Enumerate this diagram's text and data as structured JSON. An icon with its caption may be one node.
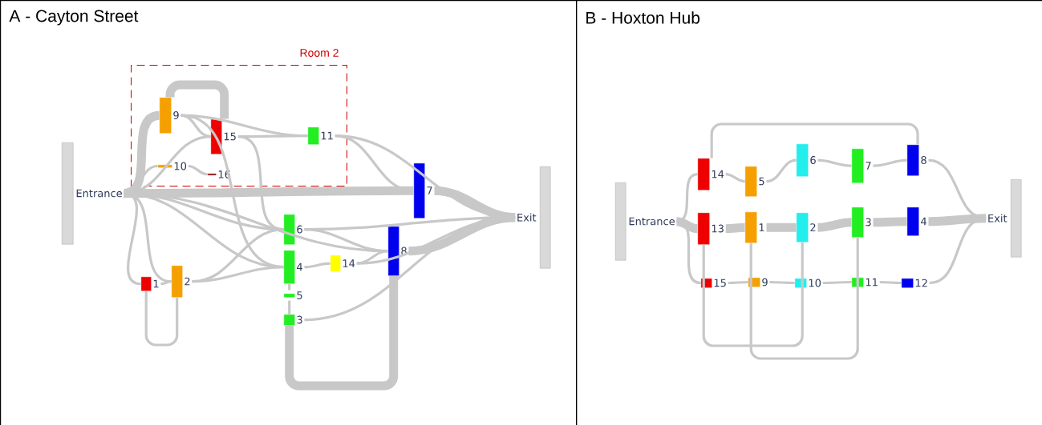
{
  "diagram": {
    "nodes": [
      {
        "text": [
          "A - Cayton Street"
        ]
      },
      {
        "text": [
          "B - Hoxton Hub"
        ]
      },
      {
        "text": [
          "Room 2"
        ],
        "in": 0
      },
      {
        "text": [
          "Entrance"
        ],
        "in": 0
      },
      {
        "text": [
          "Exit"
        ],
        "in": 0
      },
      {
        "text": [
          "9"
        ],
        "in": 2
      },
      {
        "text": [
          "15"
        ],
        "in": 2
      },
      {
        "text": [
          "10"
        ],
        "in": 2
      },
      {
        "text": [
          "16"
        ],
        "in": 2
      },
      {
        "text": [
          "11"
        ],
        "in": 2
      },
      {
        "text": [
          "7"
        ],
        "in": 0
      },
      {
        "text": [
          "6"
        ],
        "in": 0
      },
      {
        "text": [
          "8"
        ],
        "in": 0
      },
      {
        "text": [
          "4"
        ],
        "in": 0
      },
      {
        "text": [
          "14"
        ],
        "in": 0
      },
      {
        "text": [
          "1"
        ],
        "in": 0
      },
      {
        "text": [
          "2"
        ],
        "in": 0
      },
      {
        "text": [
          "5"
        ],
        "in": 0
      },
      {
        "text": [
          "3"
        ],
        "in": 0
      },
      {
        "text": [
          "Entrance"
        ],
        "in": 1
      },
      {
        "text": [
          "Exit"
        ],
        "in": 1
      },
      {
        "text": [
          "14"
        ],
        "in": 1
      },
      {
        "text": [
          "13"
        ],
        "in": 1
      },
      {
        "text": [
          "5"
        ],
        "in": 1
      },
      {
        "text": [
          "1"
        ],
        "in": 1
      },
      {
        "text": [
          "6"
        ],
        "in": 1
      },
      {
        "text": [
          "2"
        ],
        "in": 1
      },
      {
        "text": [
          "7"
        ],
        "in": 1
      },
      {
        "text": [
          "3"
        ],
        "in": 1
      },
      {
        "text": [
          "8"
        ],
        "in": 1
      },
      {
        "text": [
          "4"
        ],
        "in": 1
      },
      {
        "text": [
          "15"
        ],
        "in": 1
      },
      {
        "text": [
          "9"
        ],
        "in": 1
      },
      {
        "text": [
          "10"
        ],
        "in": 1
      },
      {
        "text": [
          "11"
        ],
        "in": 1
      },
      {
        "text": [
          "12"
        ],
        "in": 1
      }
    ],
    "edges": [
      {
        "from": 3,
        "to": 5,
        "arrow": "none",
        "style": "thick"
      },
      {
        "from": 3,
        "to": 6,
        "arrow": "none"
      },
      {
        "from": 3,
        "to": 7,
        "arrow": "none"
      },
      {
        "from": 3,
        "to": 10,
        "arrow": "none",
        "style": "thick"
      },
      {
        "from": 3,
        "to": 11,
        "arrow": "none"
      },
      {
        "from": 3,
        "to": 13,
        "arrow": "none"
      },
      {
        "from": 3,
        "to": 15,
        "arrow": "none"
      },
      {
        "from": 3,
        "to": 16,
        "arrow": "none"
      },
      {
        "from": 3,
        "to": 12,
        "arrow": "none"
      },
      {
        "from": 5,
        "to": 6,
        "arrow": "none"
      },
      {
        "from": 5,
        "to": 9,
        "arrow": "none"
      },
      {
        "from": 6,
        "to": 9,
        "arrow": "none"
      },
      {
        "from": 6,
        "to": 11,
        "arrow": "none"
      },
      {
        "from": 5,
        "to": 13,
        "arrow": "none"
      },
      {
        "from": 7,
        "to": 8,
        "arrow": "none"
      },
      {
        "from": 9,
        "to": 10,
        "arrow": "none"
      },
      {
        "from": 9,
        "to": 4,
        "arrow": "none"
      },
      {
        "from": 10,
        "to": 4,
        "arrow": "none",
        "style": "thick"
      },
      {
        "from": 11,
        "to": 12,
        "arrow": "none"
      },
      {
        "from": 11,
        "to": 4,
        "arrow": "none"
      },
      {
        "from": 13,
        "to": 14,
        "arrow": "none"
      },
      {
        "from": 14,
        "to": 12,
        "arrow": "none"
      },
      {
        "from": 14,
        "to": 4,
        "arrow": "none"
      },
      {
        "from": 15,
        "to": 16,
        "arrow": "none"
      },
      {
        "from": 16,
        "to": 13,
        "arrow": "none"
      },
      {
        "from": 16,
        "to": 11,
        "arrow": "none"
      },
      {
        "from": 12,
        "to": 4,
        "arrow": "none",
        "style": "thick"
      },
      {
        "from": 13,
        "to": 17,
        "arrow": "none"
      },
      {
        "from": 17,
        "to": 18,
        "arrow": "none"
      },
      {
        "from": 18,
        "to": 4,
        "arrow": "none"
      },
      {
        "from": 6,
        "to": 5,
        "arrow": "none",
        "style": "thick"
      },
      {
        "from": 16,
        "to": 15,
        "arrow": "none"
      },
      {
        "from": 12,
        "to": 18,
        "arrow": "none",
        "style": "thick"
      },
      {
        "from": 19,
        "to": 21,
        "arrow": "none"
      },
      {
        "from": 19,
        "to": 22,
        "arrow": "none",
        "style": "thick"
      },
      {
        "from": 19,
        "to": 31,
        "arrow": "none"
      },
      {
        "from": 21,
        "to": 23,
        "arrow": "none"
      },
      {
        "from": 22,
        "to": 24,
        "arrow": "none",
        "style": "thick"
      },
      {
        "from": 23,
        "to": 25,
        "arrow": "none"
      },
      {
        "from": 24,
        "to": 26,
        "arrow": "none",
        "style": "thick"
      },
      {
        "from": 25,
        "to": 27,
        "arrow": "none"
      },
      {
        "from": 26,
        "to": 28,
        "arrow": "none",
        "style": "thick"
      },
      {
        "from": 27,
        "to": 29,
        "arrow": "none"
      },
      {
        "from": 28,
        "to": 30,
        "arrow": "none",
        "style": "thick"
      },
      {
        "from": 29,
        "to": 20,
        "arrow": "none"
      },
      {
        "from": 30,
        "to": 20,
        "arrow": "none",
        "style": "thick"
      },
      {
        "from": 31,
        "to": 32,
        "arrow": "none"
      },
      {
        "from": 32,
        "to": 33,
        "arrow": "none"
      },
      {
        "from": 33,
        "to": 34,
        "arrow": "none"
      },
      {
        "from": 34,
        "to": 35,
        "arrow": "none"
      },
      {
        "from": 35,
        "to": 20,
        "arrow": "none"
      },
      {
        "from": 29,
        "to": 21,
        "arrow": "none"
      },
      {
        "from": 26,
        "to": 22,
        "arrow": "none"
      },
      {
        "from": 28,
        "to": 24,
        "arrow": "none"
      }
    ]
  }
}
